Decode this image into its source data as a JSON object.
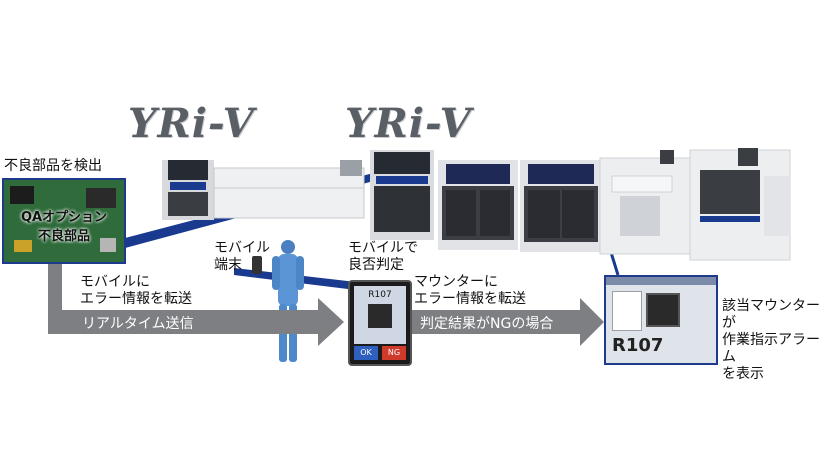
{
  "logos": {
    "left": "YRi-V",
    "right": "YRi-V"
  },
  "pcb": {
    "caption": "不良部品を検出",
    "label_line1": "QAオプション",
    "label_line2": "不良部品"
  },
  "mobile_terminal": {
    "label_line1": "モバイル",
    "label_line2": "端末"
  },
  "mobile_judgement": {
    "label_line1": "モバイルで",
    "label_line2": "良否判定"
  },
  "transfer_left": {
    "line1": "モバイルに",
    "line2": "エラー情報を転送"
  },
  "transfer_right": {
    "line1": "マウンターに",
    "line2": "エラー情報を転送"
  },
  "arrow_left": {
    "text": "リアルタイム送信"
  },
  "arrow_right": {
    "text": "判定結果がNGの場合"
  },
  "phone_screen": {
    "part_code": "R107",
    "ok_button": "OK",
    "ng_button": "NG"
  },
  "mounter_screen": {
    "code": "R107"
  },
  "result_text": {
    "line1": "該当マウンターが",
    "line2": "作業指示アラーム",
    "line3": "を表示"
  },
  "colors": {
    "arrow_gray": "#7d7f82",
    "line_blue": "#1a3a8f",
    "pcb_green": "#2f6b3b"
  }
}
